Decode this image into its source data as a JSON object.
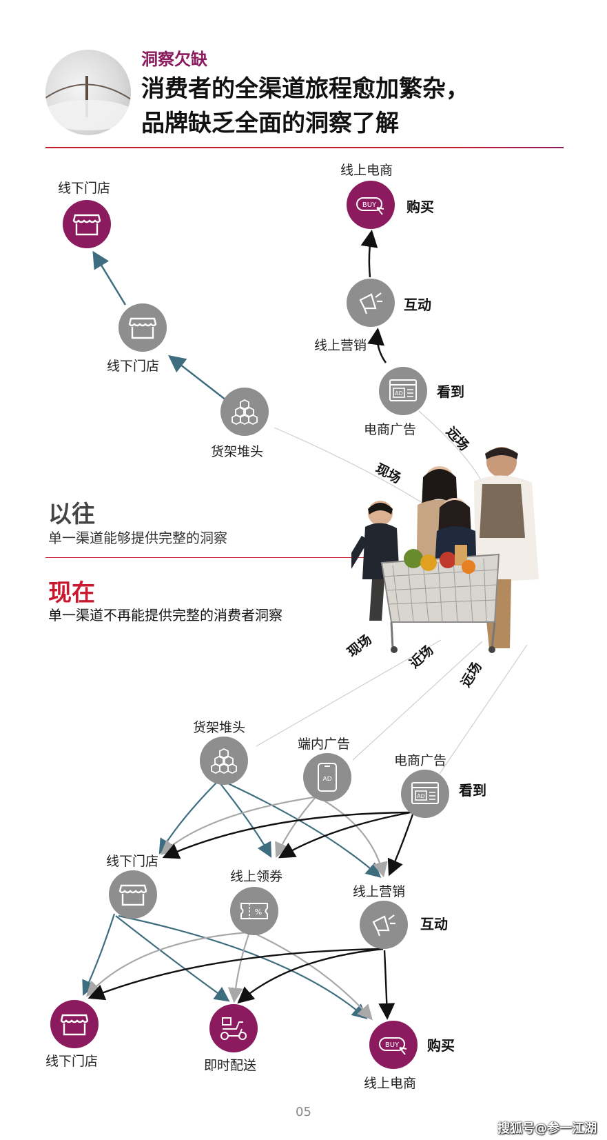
{
  "header": {
    "kicker": "洞察欠缺",
    "headline_line1": "消费者的全渠道旅程愈加繁杂，",
    "headline_line2": "品牌缺乏全面的洞察了解"
  },
  "past": {
    "title": "以往",
    "subtitle": "单一渠道能够提供完整的洞察",
    "nodes": {
      "store_top": "线下门店",
      "store_mid": "线下门店",
      "shelf": "货架堆头",
      "ecom_top": "线上电商",
      "online_marketing": "线上营销",
      "ecom_ad": "电商广告"
    },
    "actions": {
      "buy": "购买",
      "interact": "互动",
      "see": "看到"
    },
    "zones": {
      "on_site": "现场",
      "distant": "远场"
    }
  },
  "present": {
    "title": "现在",
    "subtitle": "单一渠道不再能提供完整的消费者洞察",
    "zones": {
      "on_site": "现场",
      "near": "近场",
      "distant": "远场"
    },
    "nodes": {
      "shelf": "货架堆头",
      "in_app_ad": "端内广告",
      "ecom_ad": "电商广告",
      "store_mid": "线下门店",
      "coupon": "线上领券",
      "online_marketing": "线上营销",
      "store_bottom": "线下门店",
      "delivery": "即时配送",
      "ecom_bottom": "线上电商"
    },
    "actions": {
      "see": "看到",
      "interact": "互动",
      "buy": "购买"
    },
    "icon_text": {
      "buy": "BUY",
      "ad": "AD"
    }
  },
  "footer": {
    "page_number": "05",
    "watermark": "搜狐号@参一江湖"
  },
  "colors": {
    "purple": "#8b1a5f",
    "grey": "#8e8e8e",
    "teal": "#3e6d80",
    "red": "#c8192f"
  }
}
